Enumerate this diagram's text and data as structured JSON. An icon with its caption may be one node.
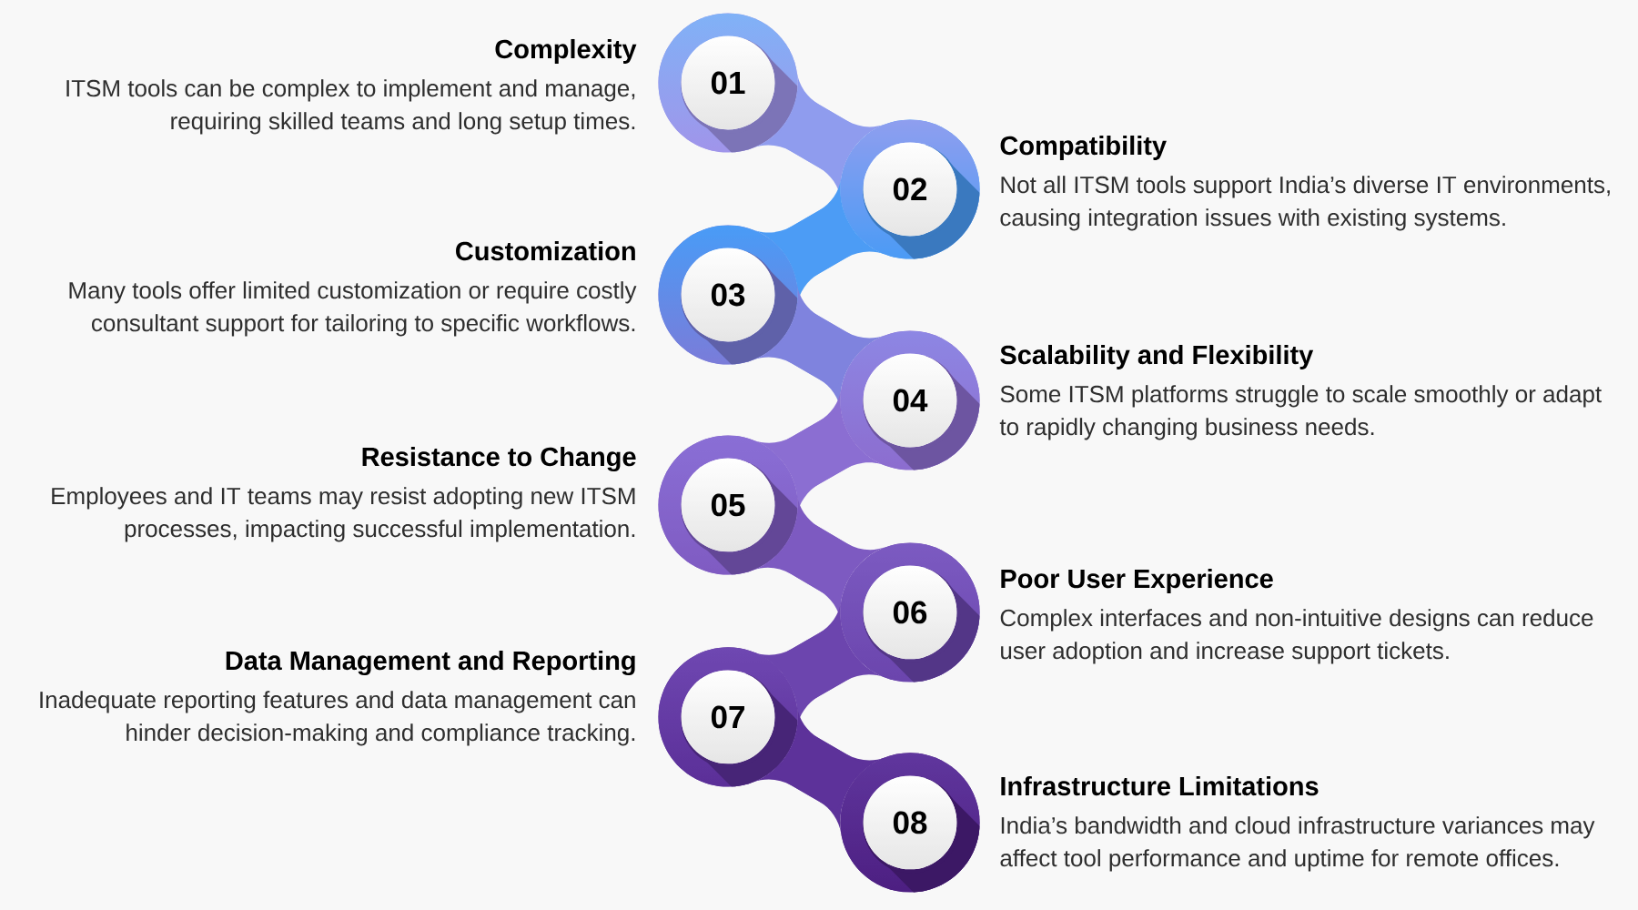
{
  "diagram": {
    "nodes": [
      {
        "text": [
          "01"
        ],
        "beside": [
          "Complexity",
          "ITSM tools can be complex to implement and manage, requiring skilled teams and long setup times."
        ]
      },
      {
        "text": [
          "02"
        ],
        "beside": [
          "Compatibility",
          "Not all ITSM tools support India’s diverse IT environments, causing integration issues with existing systems."
        ]
      },
      {
        "text": [
          "03"
        ],
        "beside": [
          "Customization",
          "Many tools offer limited customization or require costly consultant support for tailoring to specific workflows."
        ]
      },
      {
        "text": [
          "04"
        ],
        "beside": [
          "Scalability and Flexibility",
          "Some ITSM platforms struggle to scale smoothly or adapt to rapidly changing business needs."
        ]
      },
      {
        "text": [
          "05"
        ],
        "beside": [
          "Resistance to Change",
          "Employees and IT teams may resist adopting new ITSM processes, impacting successful implementation."
        ]
      },
      {
        "text": [
          "06"
        ],
        "beside": [
          "Poor User Experience",
          "Complex interfaces and non-intuitive designs can reduce user adoption and increase support tickets."
        ]
      },
      {
        "text": [
          "07"
        ],
        "beside": [
          "Data Management and Reporting",
          "Inadequate reporting features and data management can hinder decision-making and compliance tracking."
        ]
      },
      {
        "text": [
          "08"
        ],
        "beside": [
          "Infrastructure Limitations",
          "India’s bandwidth and cloud infrastructure variances may affect tool performance and uptime for remote offices."
        ]
      }
    ],
    "edges": [
      {
        "from": 0,
        "to": 1,
        "arrow": "none",
        "color": "#8f9cee"
      },
      {
        "from": 1,
        "to": 2,
        "arrow": "none",
        "color": "#4c9cf5"
      },
      {
        "from": 2,
        "to": 3,
        "arrow": "none",
        "color": "#7f83de"
      },
      {
        "from": 3,
        "to": 4,
        "arrow": "none",
        "color": "#8b6ed2"
      },
      {
        "from": 4,
        "to": 5,
        "arrow": "none",
        "color": "#7d5ac1"
      },
      {
        "from": 5,
        "to": 6,
        "arrow": "none",
        "color": "#6c45ae"
      },
      {
        "from": 6,
        "to": 7,
        "arrow": "none",
        "color": "#5d329a"
      }
    ]
  }
}
